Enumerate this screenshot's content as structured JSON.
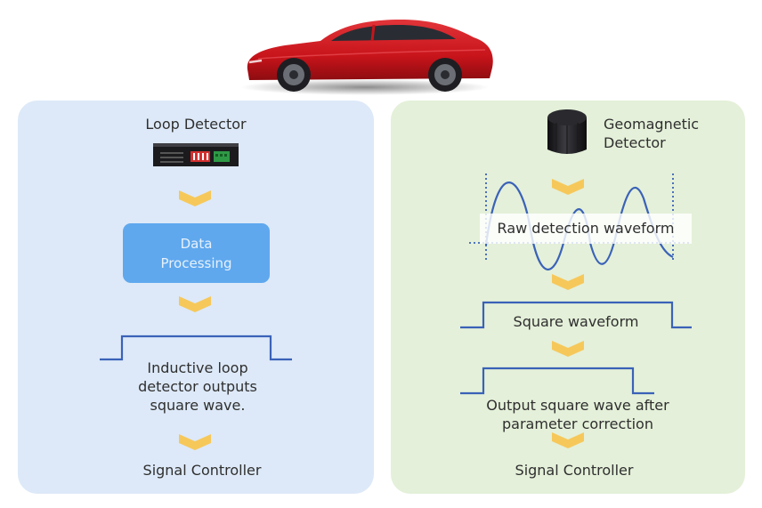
{
  "left_panel": {
    "detector_label": "Loop Detector",
    "processing_lines": [
      "Data",
      "Processing"
    ],
    "output_lines": [
      "Inductive loop",
      "detector outputs",
      "square wave."
    ],
    "controller_label": "Signal Controller"
  },
  "right_panel": {
    "detector_lines": [
      "Geomagnetic",
      "Detector"
    ],
    "raw_label": "Raw detection waveform",
    "square_label": "Square waveform",
    "output_lines": [
      "Output square wave after",
      "parameter correction"
    ],
    "controller_label": "Signal Controller"
  },
  "colors": {
    "left_panel_bg": "#dde9f8",
    "right_panel_bg": "#e4f0d9",
    "processing_box": "#5fa8ee",
    "waveform_line": "#3a62b8",
    "arrow": "#f6c85a",
    "car": "#c8141b"
  },
  "icons": {
    "car": "car-image",
    "loop_detector": "loop-detector-device-icon",
    "geomagnetic_detector": "geomagnetic-sensor-icon",
    "flow_arrow": "chevron-down-arrow-icon"
  }
}
